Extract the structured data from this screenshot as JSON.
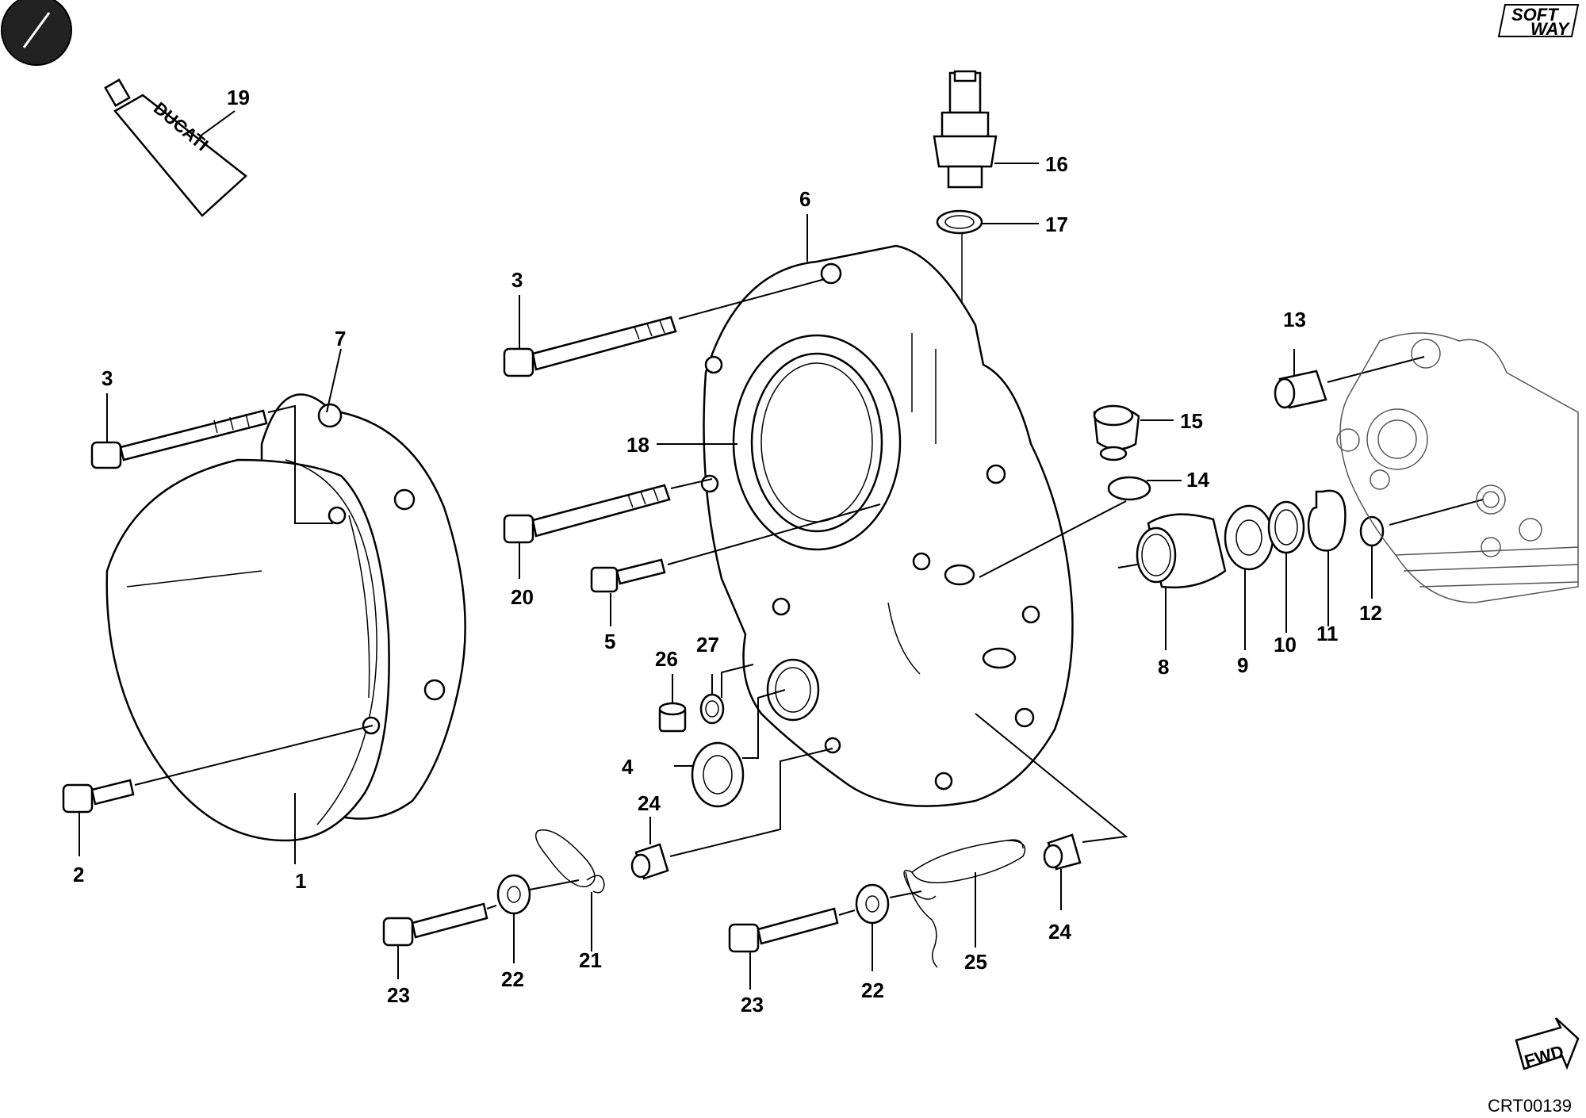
{
  "diagram": {
    "drawing_code": "CRT00139",
    "brand_logo_text": "SOFT WAY",
    "tube_text": "DUCATI",
    "fwd_label": "FWD",
    "callouts": {
      "c1": "1",
      "c2": "2",
      "c3a": "3",
      "c3b": "3",
      "c4": "4",
      "c5": "5",
      "c6": "6",
      "c7": "7",
      "c8": "8",
      "c9": "9",
      "c10": "10",
      "c11": "11",
      "c12": "12",
      "c13": "13",
      "c14": "14",
      "c15": "15",
      "c16": "16",
      "c17": "17",
      "c18": "18",
      "c19": "19",
      "c20": "20",
      "c21": "21",
      "c22a": "22",
      "c22b": "22",
      "c23a": "23",
      "c23b": "23",
      "c24a": "24",
      "c24b": "24",
      "c25": "25",
      "c26": "26",
      "c27": "27"
    }
  }
}
